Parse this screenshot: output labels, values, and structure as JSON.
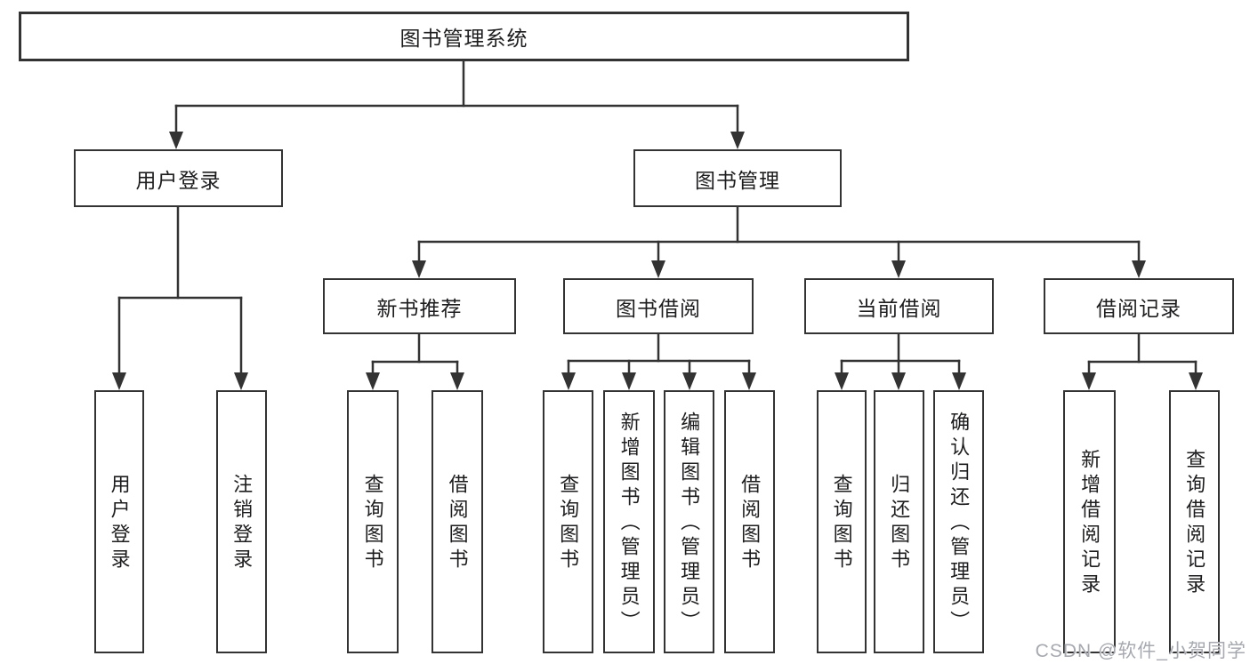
{
  "diagram": {
    "title": "图书管理系统",
    "level2": [
      "用户登录",
      "图书管理"
    ],
    "level3": [
      "新书推荐",
      "图书借阅",
      "当前借阅",
      "借阅记录"
    ],
    "leaves": [
      "用户登录",
      "注销登录",
      "查询图书",
      "借阅图书",
      "查询图书",
      "新增图书（管理员）",
      "编辑图书（管理员）",
      "借阅图书",
      "查询图书",
      "归还图书",
      "确认归还（管理员）",
      "新增借阅记录",
      "查询借阅记录"
    ]
  },
  "watermark": "CSDN @软件_小贺同学",
  "colors": {
    "line": "#333333",
    "text": "#1d1d1f",
    "background": "#ffffff",
    "watermark_text": "#a6a9b0"
  }
}
